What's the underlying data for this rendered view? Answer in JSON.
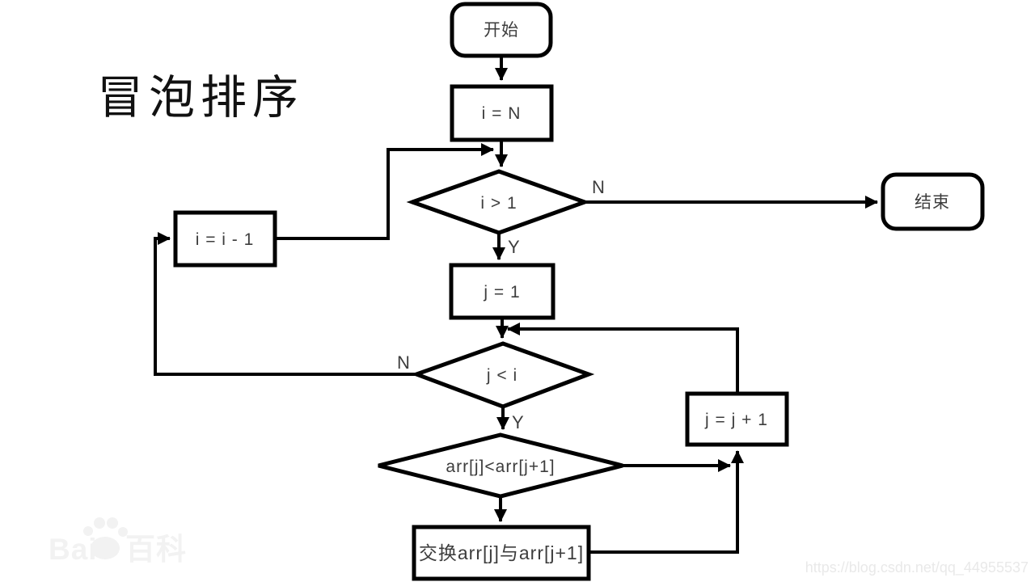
{
  "title": "冒泡排序",
  "flowchart": {
    "stroke_color": "#000000",
    "text_color": "#3d3d3d",
    "nodes": {
      "start": {
        "label": "开始",
        "type": "terminator"
      },
      "init_i": {
        "label": "i = N",
        "type": "process"
      },
      "cond_i": {
        "label": "i > 1",
        "type": "decision"
      },
      "end": {
        "label": "结束",
        "type": "terminator"
      },
      "dec_i": {
        "label": "i = i - 1",
        "type": "process"
      },
      "init_j": {
        "label": "j = 1",
        "type": "process"
      },
      "cond_j": {
        "label": "j < i",
        "type": "decision"
      },
      "inc_j": {
        "label": "j = j + 1",
        "type": "process"
      },
      "cond_arr": {
        "label": "arr[j]<arr[j+1]",
        "type": "decision"
      },
      "swap": {
        "label": "交换arr[j]与arr[j+1]",
        "type": "process"
      }
    },
    "edge_labels": {
      "cond_i_no": "N",
      "cond_i_yes": "Y",
      "cond_j_no": "N",
      "cond_j_yes": "Y"
    }
  },
  "watermarks": {
    "logo_left": "Bai",
    "logo_right": "百科",
    "url": "https://blog.csdn.net/qq_44955537"
  }
}
